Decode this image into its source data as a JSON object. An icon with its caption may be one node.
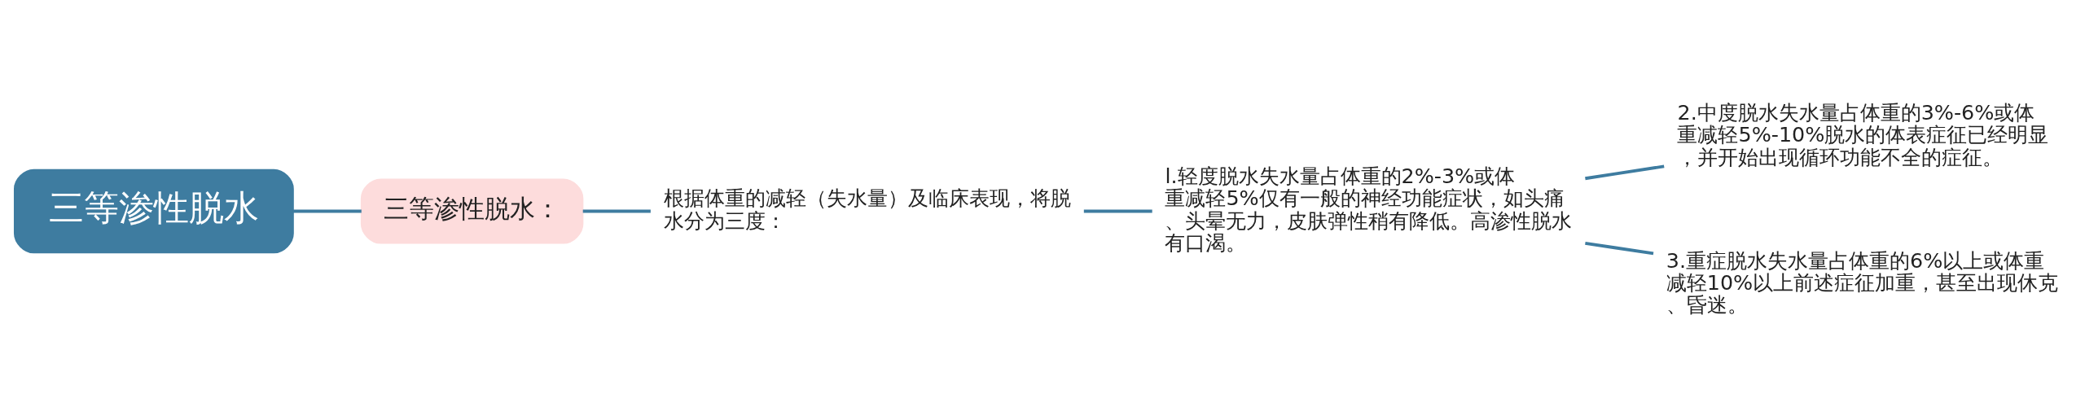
{
  "diagram": {
    "nodes": [
      {
        "text": [
          "三等渗性脱水"
        ]
      },
      {
        "text": [
          "三等渗性脱水："
        ]
      },
      {
        "text": [
          "根据体重的减轻（失水量）及临床表现，将脱水分为三度："
        ]
      },
      {
        "text": [
          "l.轻度脱水失水量占体重的2%-3%或体重减轻5%仅有一般的神经功能症状，如头痛、头晕无力，皮肤弹性稍有降低。高渗性脱水有口渴。"
        ]
      },
      {
        "text": [
          "2.中度脱水失水量占体重的3%-6%或体重减轻5%-10%脱水的体表症征已经明显，并开始出现循环功能不全的症征。"
        ]
      },
      {
        "text": [
          "3.重症脱水失水量占体重的6%以上或体重减轻10%以上前述症征加重，甚至出现休克、昏迷。"
        ]
      }
    ],
    "edges": [
      {
        "from": 0,
        "to": 1,
        "arrow": "none"
      },
      {
        "from": 1,
        "to": 2,
        "arrow": "none"
      },
      {
        "from": 2,
        "to": 3,
        "arrow": "none"
      },
      {
        "from": 3,
        "to": 4,
        "arrow": "none"
      },
      {
        "from": 3,
        "to": 5,
        "arrow": "none"
      }
    ]
  }
}
